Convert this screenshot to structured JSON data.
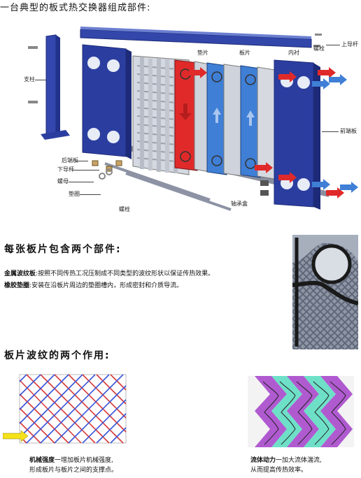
{
  "header": {
    "title": "一台典型的板式热交换器组成部件:"
  },
  "diagram_labels": {
    "support_post": "支柱",
    "upper_guide_bar": "上导杆",
    "gasket": "垫片",
    "plate": "板片",
    "liner": "内衬",
    "bolt_top": "螺栓",
    "front_end_plate": "前端板",
    "rear_end_plate": "后端板",
    "lower_guide_bar": "下导杆",
    "nut": "螺母",
    "washer": "垫圈",
    "bolt_bottom": "螺栓",
    "bearing_box": "轴承盒"
  },
  "section_parts": {
    "title": "每张板片包含两个部件:",
    "items": [
      {
        "term": "金属波纹板",
        "sep": ":",
        "desc": "按照不同传热工况压制成不同类型的波纹形状以保证传热效果。"
      },
      {
        "term": "橡胶垫圈",
        "sep": ":",
        "desc": "安装在沿板片周边的垫圈槽内，形成密封和介质导流。"
      }
    ]
  },
  "section_corrugation": {
    "title": "板片波纹的两个作用:",
    "left": {
      "term": "机械强度",
      "line1": "一增加板片机械强度,",
      "line2": "形成板片与板片之间的支撑点。"
    },
    "right": {
      "term": "流体动力",
      "line1": "一加大流体湍流,",
      "line2": "从而提高传热效率。"
    }
  },
  "colors": {
    "frame_blue": "#2b3ea0",
    "hot_red": "#e02a2a",
    "cold_blue": "#3f7fd6",
    "plate_grey": "#c9cdd6",
    "purple_flow": "#b05ad0",
    "teal_flow": "#6ee0c8",
    "arrow_yellow": "#f4e21a"
  }
}
